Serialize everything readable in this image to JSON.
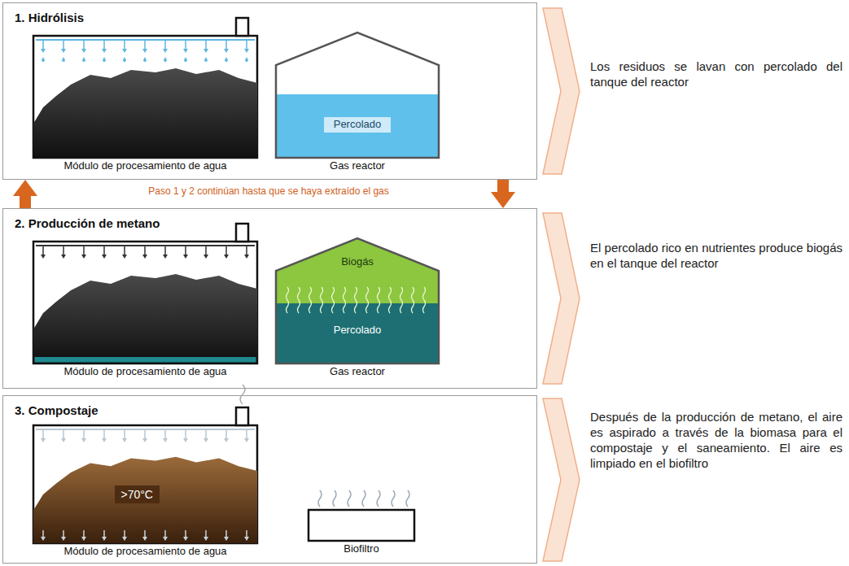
{
  "diagram": {
    "nodes": [
      {
        "text": [
          "1. Hidrólisis"
        ]
      },
      {
        "text": [
          "Módulo de procesamiento de agua"
        ],
        "in": 0
      },
      {
        "text": [
          "Percolado",
          "Gas reactor"
        ],
        "in": 0
      },
      {
        "text": [
          "2. Producción de metano"
        ]
      },
      {
        "text": [
          "Módulo de procesamiento de agua"
        ],
        "in": 3
      },
      {
        "text": [
          "Biogás",
          "Percolado",
          "Gas reactor"
        ],
        "in": 3
      },
      {
        "text": [
          "3. Compostaje"
        ]
      },
      {
        "text": [
          ">70°C",
          "Módulo de procesamiento de agua"
        ],
        "in": 6
      },
      {
        "text": [
          "Biofiltro"
        ],
        "in": 6
      }
    ],
    "edges": [
      {
        "from": 2,
        "to": 1,
        "arrow": "to"
      },
      {
        "from": 3,
        "to": 0,
        "arrow": "to"
      },
      {
        "from": 0,
        "to": 3,
        "arrow": "to"
      },
      {
        "from": 4,
        "to": 5,
        "arrow": "to"
      },
      {
        "from": 7,
        "to": 8,
        "arrow": "to"
      }
    ],
    "labels": [
      "Paso 1 y 2 continúan hasta que se haya extraído el gas",
      "Los residuos se lavan con percolado del tanque del reactor",
      "El percolado rico en nutrientes produce biogás en el tanque del reactor",
      "Después de la producción de metano, el aire es aspirado a través de la biomasa para el compostaje y el saneamiento. El aire es limpiado en el biofiltro"
    ]
  }
}
